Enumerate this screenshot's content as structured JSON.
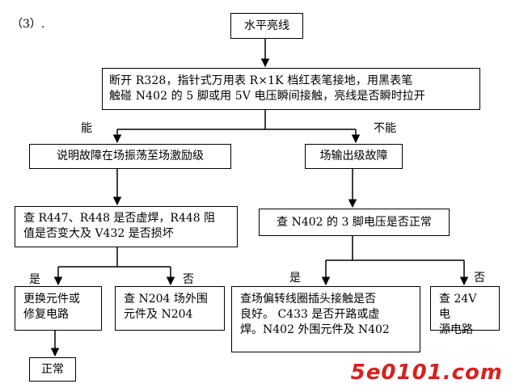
{
  "step_label": "（3）.",
  "nodes": {
    "start": "水平亮线",
    "test": "断开  R328，指针式万用表  R×1K  档红表笔接地，用黑表笔\n触碰 N402 的 5 脚或用 5V 电压瞬间接触，亮线是否瞬时拉开",
    "yes_result": "说明故障在场振荡至场激励级",
    "no_result": "场输出级故障",
    "check_r447": "查 R447、R448 是否虚焊，R448 阻\n值是否变大及 V432 是否损坏",
    "check_n402_pin3": "查 N402 的 3 脚电压是否正常",
    "replace": "更换元件或\n修复电路",
    "check_n204": "查 N204 场外围\n元件及 N204",
    "check_coil": "查场偏转线圈插头接触是否\n良好。 C433  是否开路或虚\n焊。N402 外围元件及 N402",
    "check_24v": "查 24V 电\n源电路",
    "normal": "正常"
  },
  "edge_labels": {
    "can": "能",
    "cannot": "不能",
    "left_yes": "是",
    "left_no": "否",
    "right_yes": "是",
    "right_no": "否"
  },
  "watermark": "5e0101.com",
  "colors": {
    "line": "#000000",
    "watermark": "#d92020"
  }
}
